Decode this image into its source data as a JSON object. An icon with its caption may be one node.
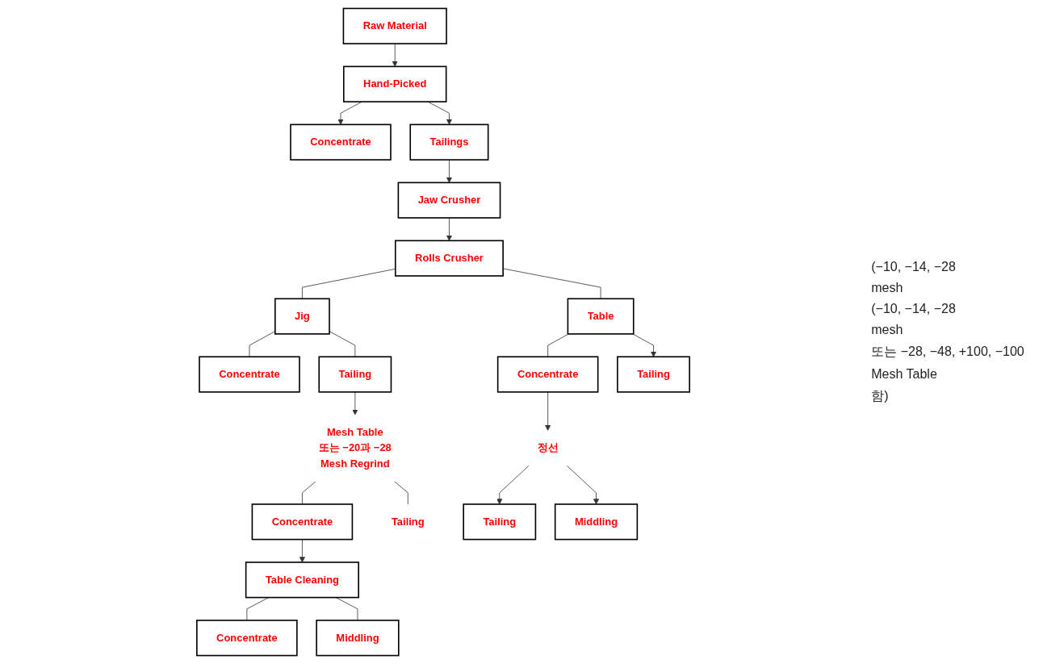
{
  "diagram": {
    "nodes": [
      {
        "text": [
          "Raw Material"
        ]
      },
      {
        "text": [
          "Hand-Picked"
        ]
      },
      {
        "text": [
          "Concentrate"
        ]
      },
      {
        "text": [
          "Tailings"
        ]
      },
      {
        "text": [
          "Jaw Crusher"
        ]
      },
      {
        "text": [
          "Rolls Crusher"
        ]
      },
      {
        "text": [
          "Jig"
        ]
      },
      {
        "text": [
          "Table"
        ]
      },
      {
        "text": [
          "Concentrate"
        ]
      },
      {
        "text": [
          "Tailing"
        ]
      },
      {
        "text": [
          "Mesh Table",
          "또는 −20과 −28",
          "Mesh Regrind"
        ]
      },
      {
        "text": [
          "Concentrate"
        ]
      },
      {
        "text": [
          "Tailing"
        ]
      },
      {
        "text": [
          "Table Cleaning"
        ]
      },
      {
        "text": [
          "Concentrate"
        ]
      },
      {
        "text": [
          "Middling"
        ]
      },
      {
        "text": [
          "Concentrate"
        ]
      },
      {
        "text": [
          "Tailing"
        ]
      },
      {
        "text": [
          "정선"
        ]
      },
      {
        "text": [
          "Tailing"
        ]
      },
      {
        "text": [
          "Middling"
        ]
      }
    ],
    "edges": [
      {
        "from": 0,
        "to": 1,
        "arrow": "to"
      },
      {
        "from": 1,
        "to": 2,
        "arrow": "to"
      },
      {
        "from": 1,
        "to": 3,
        "arrow": "to"
      },
      {
        "from": 3,
        "to": 4,
        "arrow": "to"
      },
      {
        "from": 4,
        "to": 5,
        "arrow": "to"
      },
      {
        "from": 5,
        "to": 6,
        "arrow": "none"
      },
      {
        "from": 5,
        "to": 7,
        "arrow": "none"
      },
      {
        "from": 6,
        "to": 8,
        "arrow": "none"
      },
      {
        "from": 6,
        "to": 9,
        "arrow": "none"
      },
      {
        "from": 9,
        "to": 10,
        "arrow": "to"
      },
      {
        "from": 10,
        "to": 11,
        "arrow": "none"
      },
      {
        "from": 10,
        "to": 12,
        "arrow": "none"
      },
      {
        "from": 11,
        "to": 13,
        "arrow": "to"
      },
      {
        "from": 13,
        "to": 14,
        "arrow": "none"
      },
      {
        "from": 13,
        "to": 15,
        "arrow": "none"
      },
      {
        "from": 7,
        "to": 16,
        "arrow": "none"
      },
      {
        "from": 7,
        "to": 17,
        "arrow": "to"
      },
      {
        "from": 16,
        "to": 18,
        "arrow": "to"
      },
      {
        "from": 18,
        "to": 19,
        "arrow": "to"
      },
      {
        "from": 18,
        "to": 20,
        "arrow": "to"
      }
    ],
    "labels": [
      "(−10, −14, −28",
      "mesh",
      "(−10, −14, −28",
      "mesh",
      "또는 −28, −48, +100, −100",
      "Mesh Table",
      "함)"
    ]
  }
}
